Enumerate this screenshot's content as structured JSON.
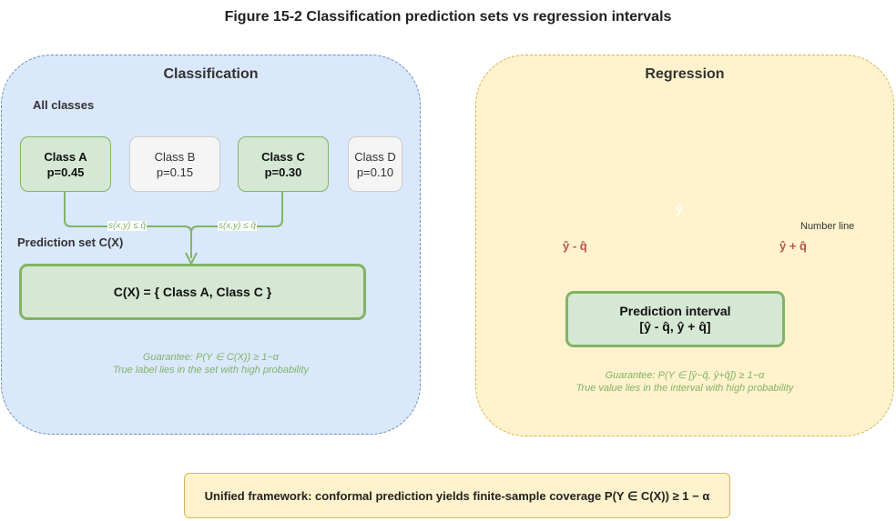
{
  "title": "Figure 15-2 Classification prediction sets vs regression intervals",
  "classification": {
    "title": "Classification",
    "all_classes_label": "All classes",
    "classes": [
      {
        "name": "Class A",
        "p": "p=0.45",
        "in_set": true
      },
      {
        "name": "Class B",
        "p": "p=0.15",
        "in_set": false
      },
      {
        "name": "Class C",
        "p": "p=0.30",
        "in_set": true
      },
      {
        "name": "Class D",
        "p": "p=0.10",
        "in_set": false
      }
    ],
    "edge_label": "s(x,y) ≤ q̂",
    "prediction_set_label": "Prediction set C(X)",
    "prediction_set": "C(X) = { Class A, Class C }",
    "guarantee": "Guarantee: P(Y ∈ C(X)) ≥ 1−α",
    "guarantee_note": "True label lies in the set with high probability"
  },
  "regression": {
    "title": "Regression",
    "point_label": "ŷ",
    "axis_label": "Number line",
    "lower_label": "ŷ - q̂",
    "upper_label": "ŷ + q̂",
    "interval_title": "Prediction interval",
    "interval_value": "[ŷ - q̂, ŷ + q̂]",
    "guarantee": "Guarantee: P(Y ∈ [ŷ−q̂, ŷ+q̂]) ≥ 1−α",
    "guarantee_note": "True value lies in the interval with high probability"
  },
  "footer": "Unified framework: conformal prediction yields finite-sample coverage P(Y ∈ C(X)) ≥ 1 − α"
}
